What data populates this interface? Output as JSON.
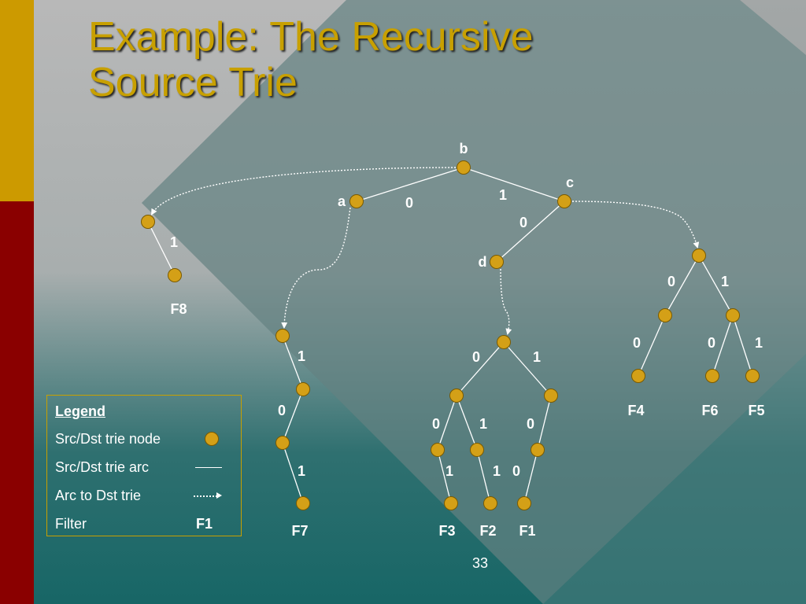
{
  "slide": {
    "title_line1": "Example: The Recursive",
    "title_line2": "Source Trie",
    "page_number": "33"
  },
  "colors": {
    "title": "#c8a000",
    "node_fill": "#d4a017",
    "node_stroke": "#7a5a00",
    "arc": "#ffffff",
    "gold_bar": "#cc9a00",
    "red_bar": "#8a0000",
    "legend_border": "#c8a000"
  },
  "legend": {
    "title": "Legend",
    "items": [
      {
        "label": "Src/Dst trie node",
        "symbol": "node"
      },
      {
        "label": "Src/Dst trie arc",
        "symbol": "solid-line"
      },
      {
        "label": "Arc to Dst trie",
        "symbol": "dotted-arrow"
      },
      {
        "label": "Filter",
        "symbol_text": "F1"
      }
    ]
  },
  "trie": {
    "nodes": [
      {
        "id": "b",
        "label": "b"
      },
      {
        "id": "a",
        "label": "a"
      },
      {
        "id": "c",
        "label": "c"
      },
      {
        "id": "d",
        "label": "d"
      },
      {
        "id": "t8_root"
      },
      {
        "id": "t8_leaf",
        "filter": "F8"
      },
      {
        "id": "t7_root"
      },
      {
        "id": "t7_n1"
      },
      {
        "id": "t7_n2"
      },
      {
        "id": "t7_leaf",
        "filter": "F7"
      },
      {
        "id": "td_root"
      },
      {
        "id": "td_l"
      },
      {
        "id": "td_r"
      },
      {
        "id": "td_ll"
      },
      {
        "id": "td_lr"
      },
      {
        "id": "td_rl"
      },
      {
        "id": "td_f3",
        "filter": "F3"
      },
      {
        "id": "td_f2",
        "filter": "F2"
      },
      {
        "id": "td_f1",
        "filter": "F1"
      },
      {
        "id": "tc_root"
      },
      {
        "id": "tc_l"
      },
      {
        "id": "tc_r"
      },
      {
        "id": "tc_f4",
        "filter": "F4"
      },
      {
        "id": "tc_f6",
        "filter": "F6"
      },
      {
        "id": "tc_f5",
        "filter": "F5"
      }
    ],
    "arcs": [
      {
        "from": "b",
        "to": "a",
        "label": "0"
      },
      {
        "from": "b",
        "to": "c",
        "label": "1"
      },
      {
        "from": "c",
        "to": "d",
        "label": "0"
      },
      {
        "from": "t8_root",
        "to": "t8_leaf",
        "label": "1"
      },
      {
        "from": "t7_root",
        "to": "t7_n1",
        "label": "1"
      },
      {
        "from": "t7_n1",
        "to": "t7_n2",
        "label": "0"
      },
      {
        "from": "t7_n2",
        "to": "t7_leaf",
        "label": "1"
      },
      {
        "from": "td_root",
        "to": "td_l",
        "label": "0"
      },
      {
        "from": "td_root",
        "to": "td_r",
        "label": "1"
      },
      {
        "from": "td_l",
        "to": "td_ll",
        "label": "0"
      },
      {
        "from": "td_l",
        "to": "td_lr",
        "label": "1"
      },
      {
        "from": "td_r",
        "to": "td_rl",
        "label": "0"
      },
      {
        "from": "td_ll",
        "to": "td_f3",
        "label": "1"
      },
      {
        "from": "td_lr",
        "to": "td_f2",
        "label": "1"
      },
      {
        "from": "td_rl",
        "to": "td_f1",
        "label": "0"
      },
      {
        "from": "tc_root",
        "to": "tc_l",
        "label": "0"
      },
      {
        "from": "tc_root",
        "to": "tc_r",
        "label": "1"
      },
      {
        "from": "tc_l",
        "to": "tc_f4",
        "label": "0"
      },
      {
        "from": "tc_r",
        "to": "tc_f6",
        "label": "0"
      },
      {
        "from": "tc_r",
        "to": "tc_f5",
        "label": "1"
      }
    ],
    "dst_links": [
      {
        "from": "b",
        "to": "t8_root"
      },
      {
        "from": "a",
        "to": "t7_root"
      },
      {
        "from": "d",
        "to": "td_root"
      },
      {
        "from": "c",
        "to": "tc_root"
      }
    ]
  }
}
